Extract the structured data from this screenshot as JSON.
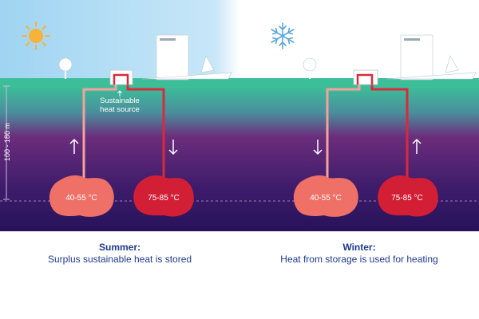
{
  "colors": {
    "sky": "#a8d8f3",
    "ground": "#3cbf98",
    "underground_top": "#6b2d7c",
    "underground_bottom": "#27125a",
    "cold_store": "#ee7066",
    "warm_store": "#d21f35",
    "caption_text": "#1f3a8a",
    "sun": "#f7b239",
    "snowflake": "#5aa7dc"
  },
  "icons": {
    "summer": "sun-icon",
    "winter": "snowflake-icon"
  },
  "depth_label": "100 - 180 m",
  "heat_source_label": [
    "Sustainable",
    "heat source"
  ],
  "stores": {
    "cold": "40-55 °C",
    "warm": "75-85 °C"
  },
  "captions": {
    "summer": {
      "heading": "Summer:",
      "text": "Surplus sustainable heat is stored"
    },
    "winter": {
      "heading": "Winter:",
      "text": "Heat from storage is used for heating"
    }
  }
}
